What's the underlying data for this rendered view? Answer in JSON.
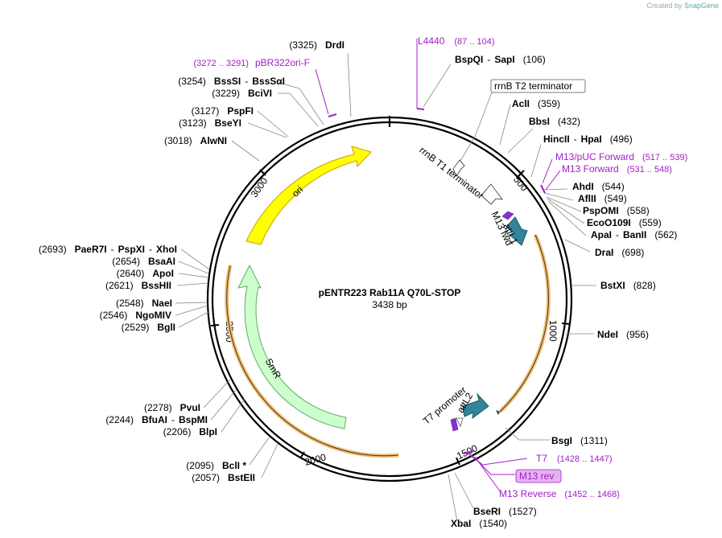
{
  "credit": {
    "prefix": "Created by",
    "brand": "SnapGene"
  },
  "plasmid": {
    "name": "pENTR223 Rab11A Q70L-STOP",
    "size": "3438 bp",
    "length": 3438
  },
  "ticks": [
    "500",
    "1000",
    "1500",
    "2000",
    "2500",
    "3000"
  ],
  "features": [
    {
      "name": "ori",
      "color": "#ffff00",
      "stroke": "#c8a000"
    },
    {
      "name": "SmR",
      "color": "#ccffcc",
      "stroke": "#66aa66"
    },
    {
      "name": "rrnB T1 terminator"
    },
    {
      "name": "rrnB T2 terminator"
    },
    {
      "name": "attL1",
      "color": "#31849b"
    },
    {
      "name": "attL2",
      "color": "#31849b"
    },
    {
      "name": "M13 fwd"
    },
    {
      "name": "T7 promoter"
    }
  ],
  "enzymes_right": [
    {
      "name": "BspQI",
      "sep": "-",
      "name2": "SapI",
      "pos": "(106)"
    },
    {
      "name": "AclI",
      "pos": "(359)"
    },
    {
      "name": "BbsI",
      "pos": "(432)"
    },
    {
      "name": "HincII",
      "sep": "-",
      "name2": "HpaI",
      "pos": "(496)"
    },
    {
      "name": "AhdI",
      "pos": "(544)"
    },
    {
      "name": "AflII",
      "pos": "(549)"
    },
    {
      "name": "PspOMI",
      "pos": "(558)"
    },
    {
      "name": "EcoO109I",
      "pos": "(559)"
    },
    {
      "name": "ApaI",
      "sep": "-",
      "name2": "BanII",
      "pos": "(562)"
    },
    {
      "name": "DraI",
      "pos": "(698)"
    },
    {
      "name": "BstXI",
      "pos": "(828)"
    },
    {
      "name": "NdeI",
      "pos": "(956)"
    },
    {
      "name": "BsgI",
      "pos": "(1311)"
    },
    {
      "name": "BseRI",
      "pos": "(1527)"
    },
    {
      "name": "XbaI",
      "pos": "(1540)"
    }
  ],
  "enzymes_left": [
    {
      "name": "DrdI",
      "pos": "(3325)"
    },
    {
      "name": "BssSI",
      "sep": "-",
      "name2": "BssSαI",
      "pos": "(3254)"
    },
    {
      "name": "BciVI",
      "pos": "(3229)"
    },
    {
      "name": "PspFI",
      "pos": "(3127)"
    },
    {
      "name": "BseYI",
      "pos": "(3123)"
    },
    {
      "name": "AlwNI",
      "pos": "(3018)"
    },
    {
      "name": "PaeR7I",
      "sep": "-",
      "name2": "PspXI",
      "sep2": "-",
      "name3": "XhoI",
      "pos": "(2693)"
    },
    {
      "name": "BsaAI",
      "pos": "(2654)"
    },
    {
      "name": "ApoI",
      "pos": "(2640)"
    },
    {
      "name": "BssHII",
      "pos": "(2621)"
    },
    {
      "name": "NaeI",
      "pos": "(2548)"
    },
    {
      "name": "NgoMIV",
      "pos": "(2546)"
    },
    {
      "name": "BglI",
      "pos": "(2529)"
    },
    {
      "name": "PvuI",
      "pos": "(2278)"
    },
    {
      "name": "BfuAI",
      "sep": "-",
      "name2": "BspMI",
      "pos": "(2244)"
    },
    {
      "name": "BlpI",
      "pos": "(2206)"
    },
    {
      "name": "BclI *",
      "pos": "(2095)"
    },
    {
      "name": "BstEII",
      "pos": "(2057)"
    }
  ],
  "primers": [
    {
      "name": "L4440",
      "range": "(87 .. 104)"
    },
    {
      "name": "pBR322ori-F",
      "range": "(3272 .. 3291)"
    },
    {
      "name": "M13/pUC Forward",
      "range": "(517 .. 539)"
    },
    {
      "name": "M13 Forward",
      "range": "(531 .. 548)"
    },
    {
      "name": "T7",
      "range": "(1428 .. 1447)"
    },
    {
      "name": "M13 rev"
    },
    {
      "name": "M13 Reverse",
      "range": "(1452 .. 1468)"
    }
  ]
}
